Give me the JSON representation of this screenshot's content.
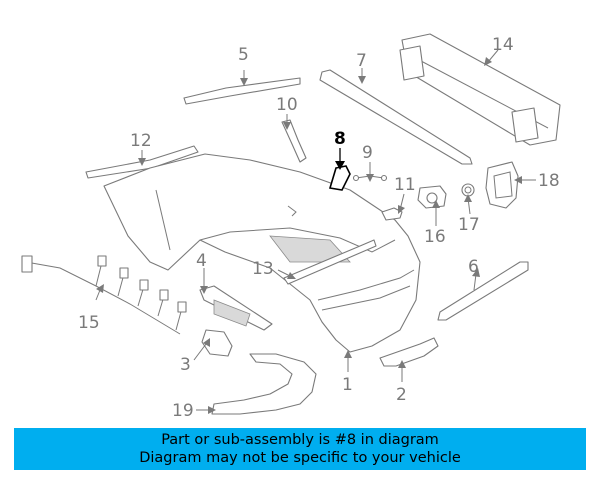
{
  "diagram": {
    "highlighted_callout": "8",
    "callouts": [
      "1",
      "2",
      "3",
      "4",
      "5",
      "6",
      "7",
      "8",
      "9",
      "10",
      "11",
      "12",
      "13",
      "14",
      "15",
      "16",
      "17",
      "18",
      "19"
    ]
  },
  "banner": {
    "line1": "Part or sub-assembly is #8 in diagram",
    "line2": "Diagram may not be specific to your vehicle",
    "color": "#00aeef"
  }
}
